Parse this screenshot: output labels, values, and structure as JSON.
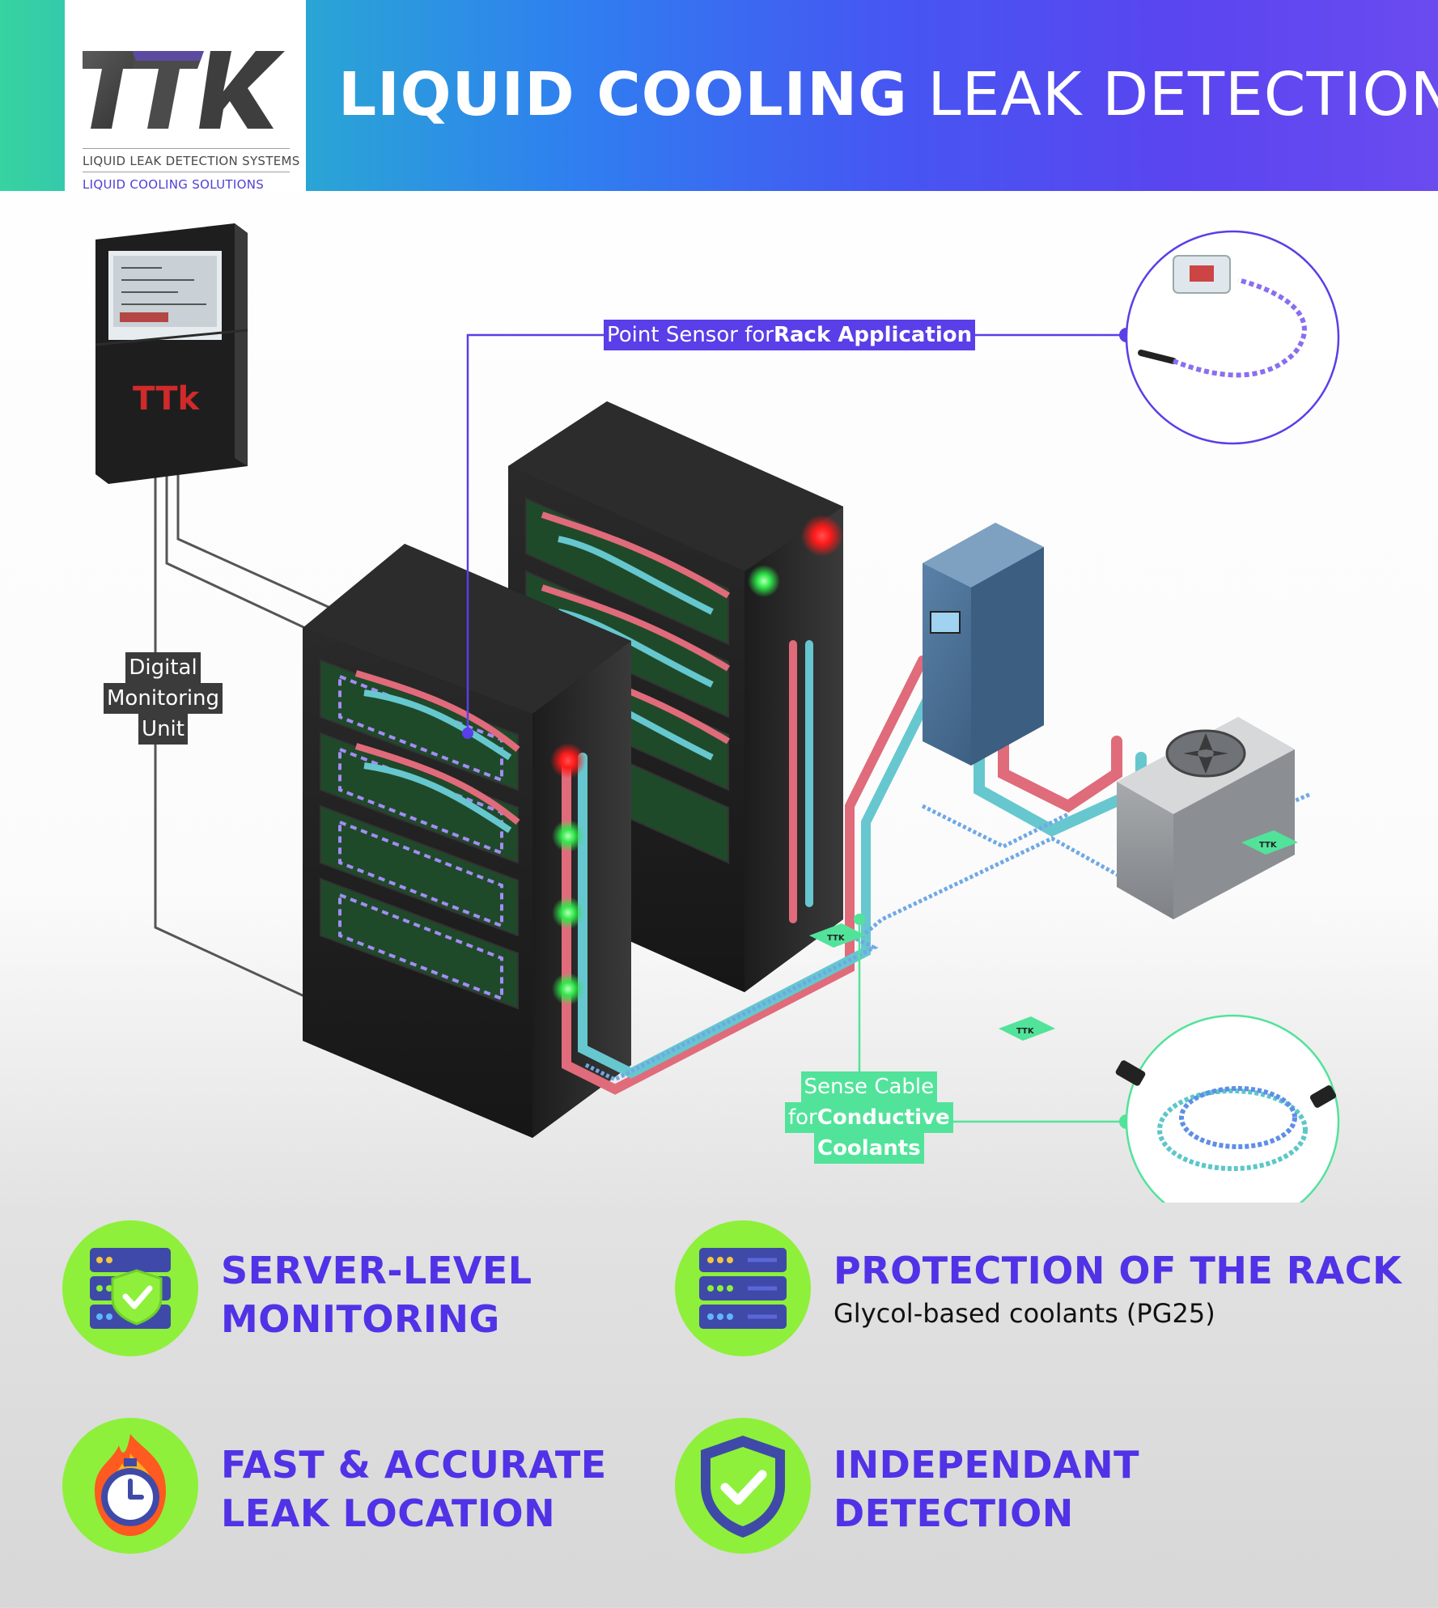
{
  "header": {
    "logo_text": "TTk",
    "logo_line1": "LIQUID LEAK DETECTION SYSTEMS",
    "logo_line2": "LIQUID COOLING SOLUTIONS",
    "title_bold": "LIQUID COOLING",
    "title_light": "LEAK DETECTION"
  },
  "callouts": {
    "point_sensor": {
      "prefix": "Point Sensor for ",
      "bold": "Rack Application"
    },
    "monitoring_unit": {
      "lines": [
        "Digital",
        "Monitoring",
        "Unit"
      ]
    },
    "sense_cable": {
      "line1": "Sense Cable",
      "line2_prefix": "for ",
      "line2_bold": "Conductive",
      "line3": "Coolants"
    }
  },
  "device_labels": {
    "cabinet_logo": "TTk",
    "sense_tag": "TTK"
  },
  "features": [
    {
      "title_lines": [
        "SERVER-LEVEL",
        "MONITORING"
      ],
      "subtitle": "",
      "icon": "server-shield-icon"
    },
    {
      "title_lines": [
        "PROTECTION OF THE RACK"
      ],
      "subtitle": "Glycol-based coolants (PG25)",
      "icon": "server-stack-icon"
    },
    {
      "title_lines": [
        "FAST & ACCURATE",
        "LEAK LOCATION"
      ],
      "subtitle": "",
      "icon": "stopwatch-fire-icon"
    },
    {
      "title_lines": [
        "INDEPENDANT",
        "DETECTION"
      ],
      "subtitle": "",
      "icon": "shield-check-icon"
    }
  ],
  "colors": {
    "accent_purple": "#5132e6",
    "accent_green": "#52e39a",
    "icon_bg": "#8ef03a",
    "led_red": "#ff2a2a",
    "led_green": "#3dff57"
  }
}
